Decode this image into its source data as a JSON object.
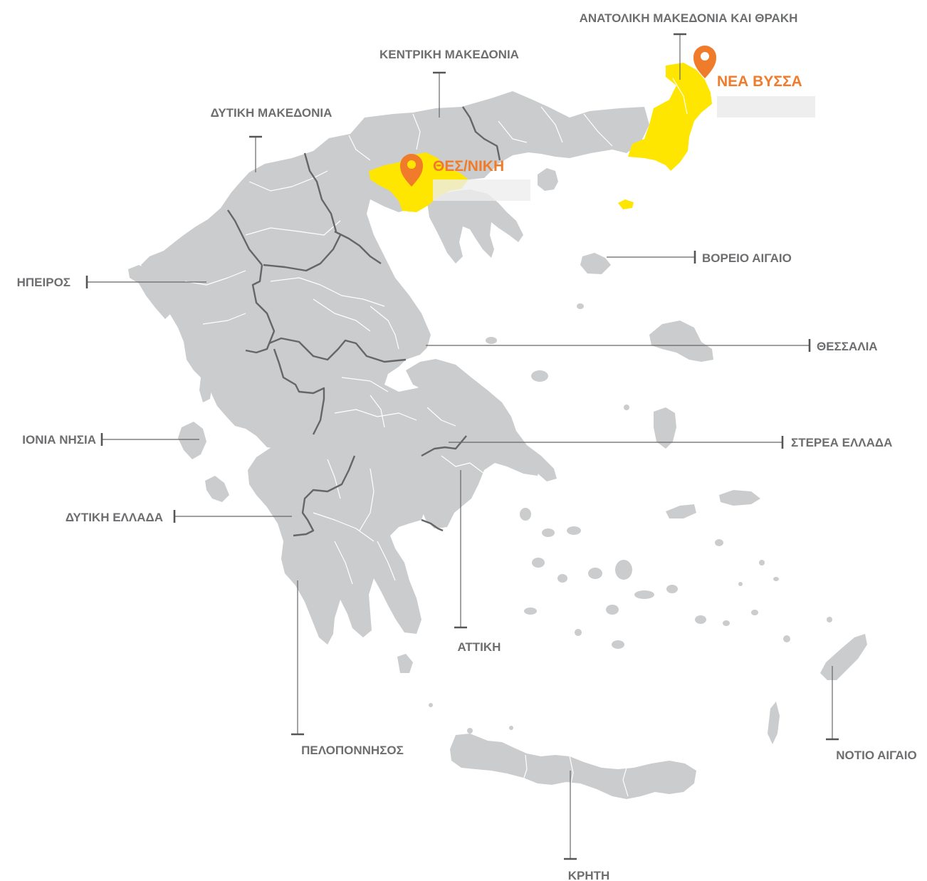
{
  "colors": {
    "land": "#cbcccd",
    "highlight": "#ffe600",
    "pin": "#f07b2a",
    "label": "#6d6e70",
    "border": "#666666"
  },
  "regions": {
    "anatoliki_makedonia_thraki": "ΑΝΑΤΟΛΙΚΗ ΜΑΚΕΔΟΝΙΑ ΚΑΙ ΘΡΑΚΗ",
    "kentriki_makedonia": "ΚΕΝΤΡΙΚΗ ΜΑΚΕΔΟΝΙΑ",
    "dytiki_makedonia": "ΔΥΤΙΚΗ ΜΑΚΕΔΟΝΙΑ",
    "ipeiros": "ΗΠΕΙΡΟΣ",
    "voreio_aigaio": "ΒΟΡΕΙΟ ΑΙΓΑΙΟ",
    "thessalia": "ΘΕΣΣΑΛΙΑ",
    "ionia_nisia": "ΙΟΝΙΑ ΝΗΣΙΑ",
    "sterea_ellada": "ΣΤΕΡΕΑ ΕΛΛΑΔΑ",
    "dytiki_ellada": "ΔΥΤΙΚΗ ΕΛΛΑΔΑ",
    "attiki": "ΑΤΤΙΚΗ",
    "peloponnisos": "ΠΕΛΟΠΟΝΝΗΣΟΣ",
    "notio_aigaio": "ΝΟΤΙΟ ΑΙΓΑΙΟ",
    "kriti": "ΚΡΗΤΗ"
  },
  "pins": {
    "nea_vyssa": "ΝΕΑ ΒΥΣΣΑ",
    "thessaloniki": "ΘΕΣ/ΝΙΚΗ"
  }
}
